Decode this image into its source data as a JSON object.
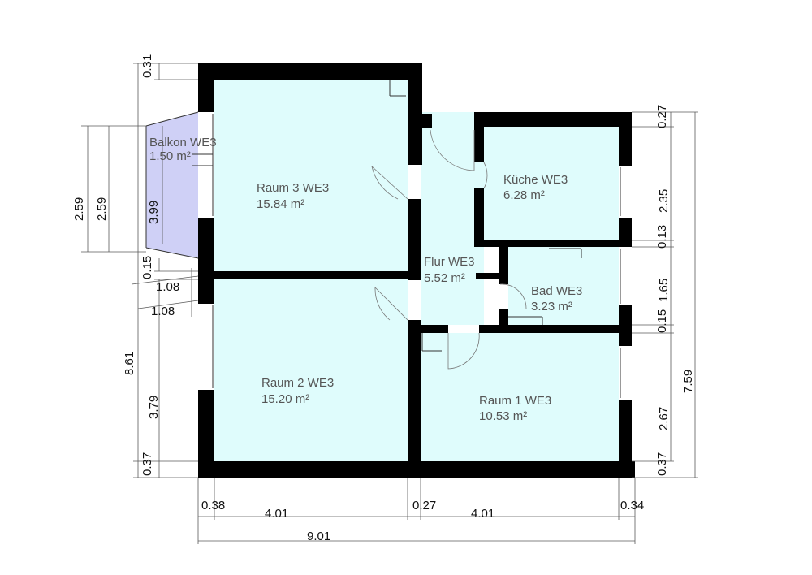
{
  "rooms": {
    "balkon": {
      "name": "Balkon WE3",
      "area": "1.50 m²"
    },
    "raum3": {
      "name": "Raum 3 WE3",
      "area": "15.84 m²"
    },
    "kueche": {
      "name": "Küche WE3",
      "area": "6.28 m²"
    },
    "flur": {
      "name": "Flur WE3",
      "area": "5.52 m²"
    },
    "bad": {
      "name": "Bad WE3",
      "area": "3.23 m²"
    },
    "raum2": {
      "name": "Raum 2 WE3",
      "area": "15.20 m²"
    },
    "raum1": {
      "name": "Raum 1 WE3",
      "area": "10.53 m²"
    }
  },
  "dims": {
    "left_top": "0.31",
    "left_total": "8.61",
    "left_room3": "3.99",
    "left_015": "0.15",
    "left_room2": "3.79",
    "left_bottom": "0.37",
    "balk_outer": "2.59",
    "balk_inner": "2.59",
    "balk_a": "1.08",
    "balk_b": "1.08",
    "right_top": "0.27",
    "right_kueche": "2.35",
    "right_013": "0.13",
    "right_bad": "1.65",
    "right_015": "0.15",
    "right_raum1": "2.67",
    "right_bottom": "0.37",
    "right_total": "7.59",
    "bottom_left_wall": "0.38",
    "bottom_left_room": "4.01",
    "bottom_mid_wall": "0.27",
    "bottom_right_room": "4.01",
    "bottom_right_wall": "0.34",
    "bottom_total": "9.01"
  }
}
